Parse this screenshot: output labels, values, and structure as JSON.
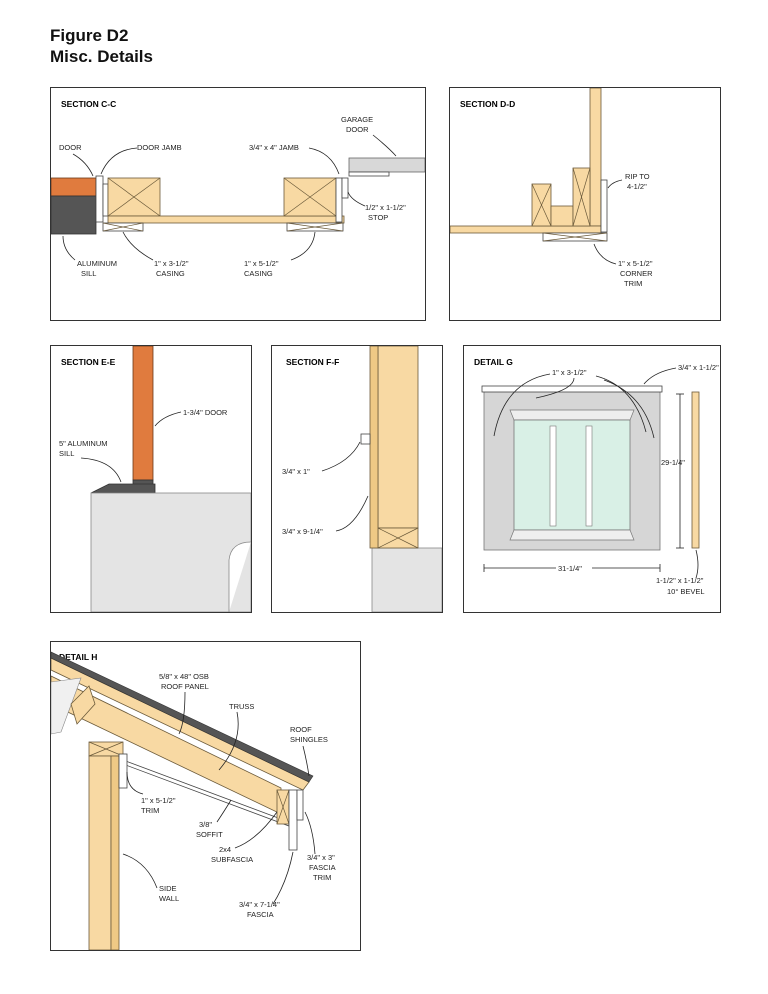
{
  "figure": {
    "title_line1": "Figure D2",
    "title_line2": "Misc. Details"
  },
  "section_cc": {
    "title": "SECTION C-C",
    "garage_door_1": "GARAGE",
    "garage_door_2": "DOOR",
    "door": "DOOR",
    "door_jamb": "DOOR JAMB",
    "jamb": "3/4\" x 4\" JAMB",
    "stop_1": "1/2\" x 1-1/2\"",
    "stop_2": "STOP",
    "sill_1": "ALUMINUM",
    "sill_2": "SILL",
    "casing_a_1": "1\" x 3-1/2\"",
    "casing_a_2": "CASING",
    "casing_b_1": "1\" x 5-1/2\"",
    "casing_b_2": "CASING"
  },
  "section_dd": {
    "title": "SECTION D-D",
    "rip_1": "RIP TO",
    "rip_2": "4-1/2\"",
    "trim_1": "1\" x 5-1/2\"",
    "trim_2": "CORNER",
    "trim_3": "TRIM"
  },
  "section_ee": {
    "title": "SECTION E-E",
    "door": "1-3/4\" DOOR",
    "sill_1": "5\" ALUMINUM",
    "sill_2": "SILL"
  },
  "section_ff": {
    "title": "SECTION F-F",
    "a": "3/4\" x 1\"",
    "b": "3/4\" x 9-1/4\""
  },
  "detail_g": {
    "title": "DETAIL G",
    "top_trim": "3/4\" x 1-1/2\"",
    "casing": "1\" x 3-1/2\"",
    "height": "29-1/4\"",
    "width": "31-1/4\"",
    "bevel_1": "1-1/2\" x 1-1/2\"",
    "bevel_2": "10° BEVEL"
  },
  "detail_h": {
    "title": "DETAIL H",
    "osb_1": "5/8\" x 48\" OSB",
    "osb_2": "ROOF PANEL",
    "truss": "TRUSS",
    "shingles_1": "ROOF",
    "shingles_2": "SHINGLES",
    "trim_1": "1\" x 5-1/2\"",
    "trim_2": "TRIM",
    "soffit_1": "3/8\"",
    "soffit_2": "SOFFIT",
    "subfascia_1": "2x4",
    "subfascia_2": "SUBFASCIA",
    "fascia_trim_1": "3/4\" x 3\"",
    "fascia_trim_2": "FASCIA",
    "fascia_trim_3": "TRIM",
    "side_wall_1": "SIDE",
    "side_wall_2": "WALL",
    "fascia_1": "3/4\" x 7-1/4\"",
    "fascia_2": "FASCIA"
  },
  "colors": {
    "wood": "#f8d9a3",
    "door": "#e07b3e",
    "concrete": "#e4e4e4",
    "glass": "#d9f0e6"
  }
}
